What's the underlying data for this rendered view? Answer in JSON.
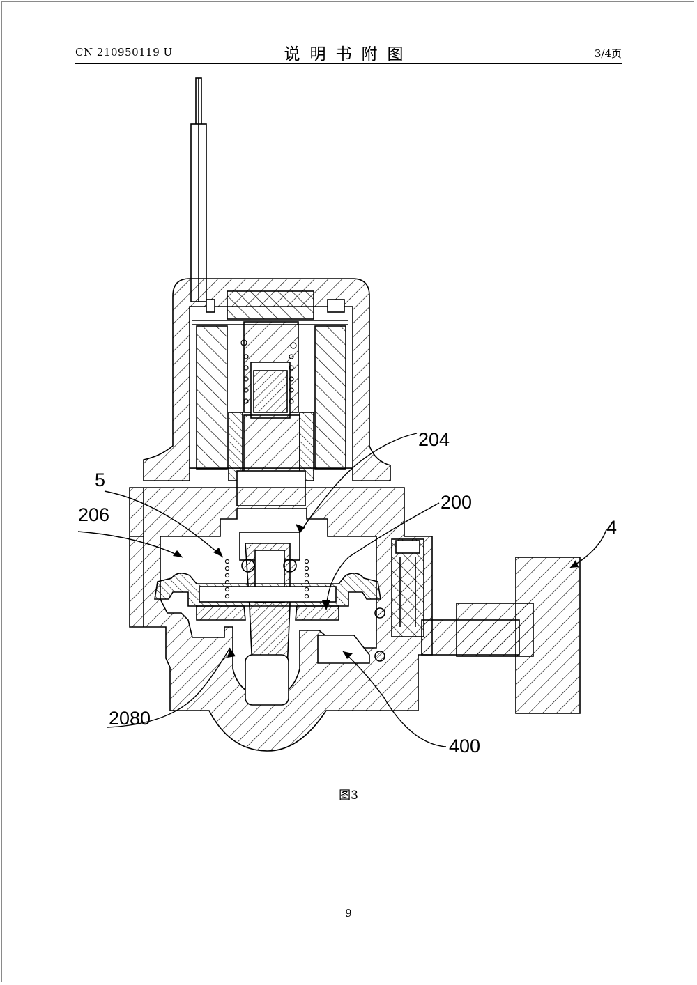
{
  "header": {
    "patent_number": "CN 210950119 U",
    "title": "说明书附图",
    "sheet": "3/4页"
  },
  "figure": {
    "caption": "图3",
    "labels": {
      "l204": "204",
      "l5": "5",
      "l200": "200",
      "l206": "206",
      "l4": "4",
      "l2080": "2080",
      "l400": "400"
    }
  },
  "footer": {
    "page_number": "9"
  }
}
